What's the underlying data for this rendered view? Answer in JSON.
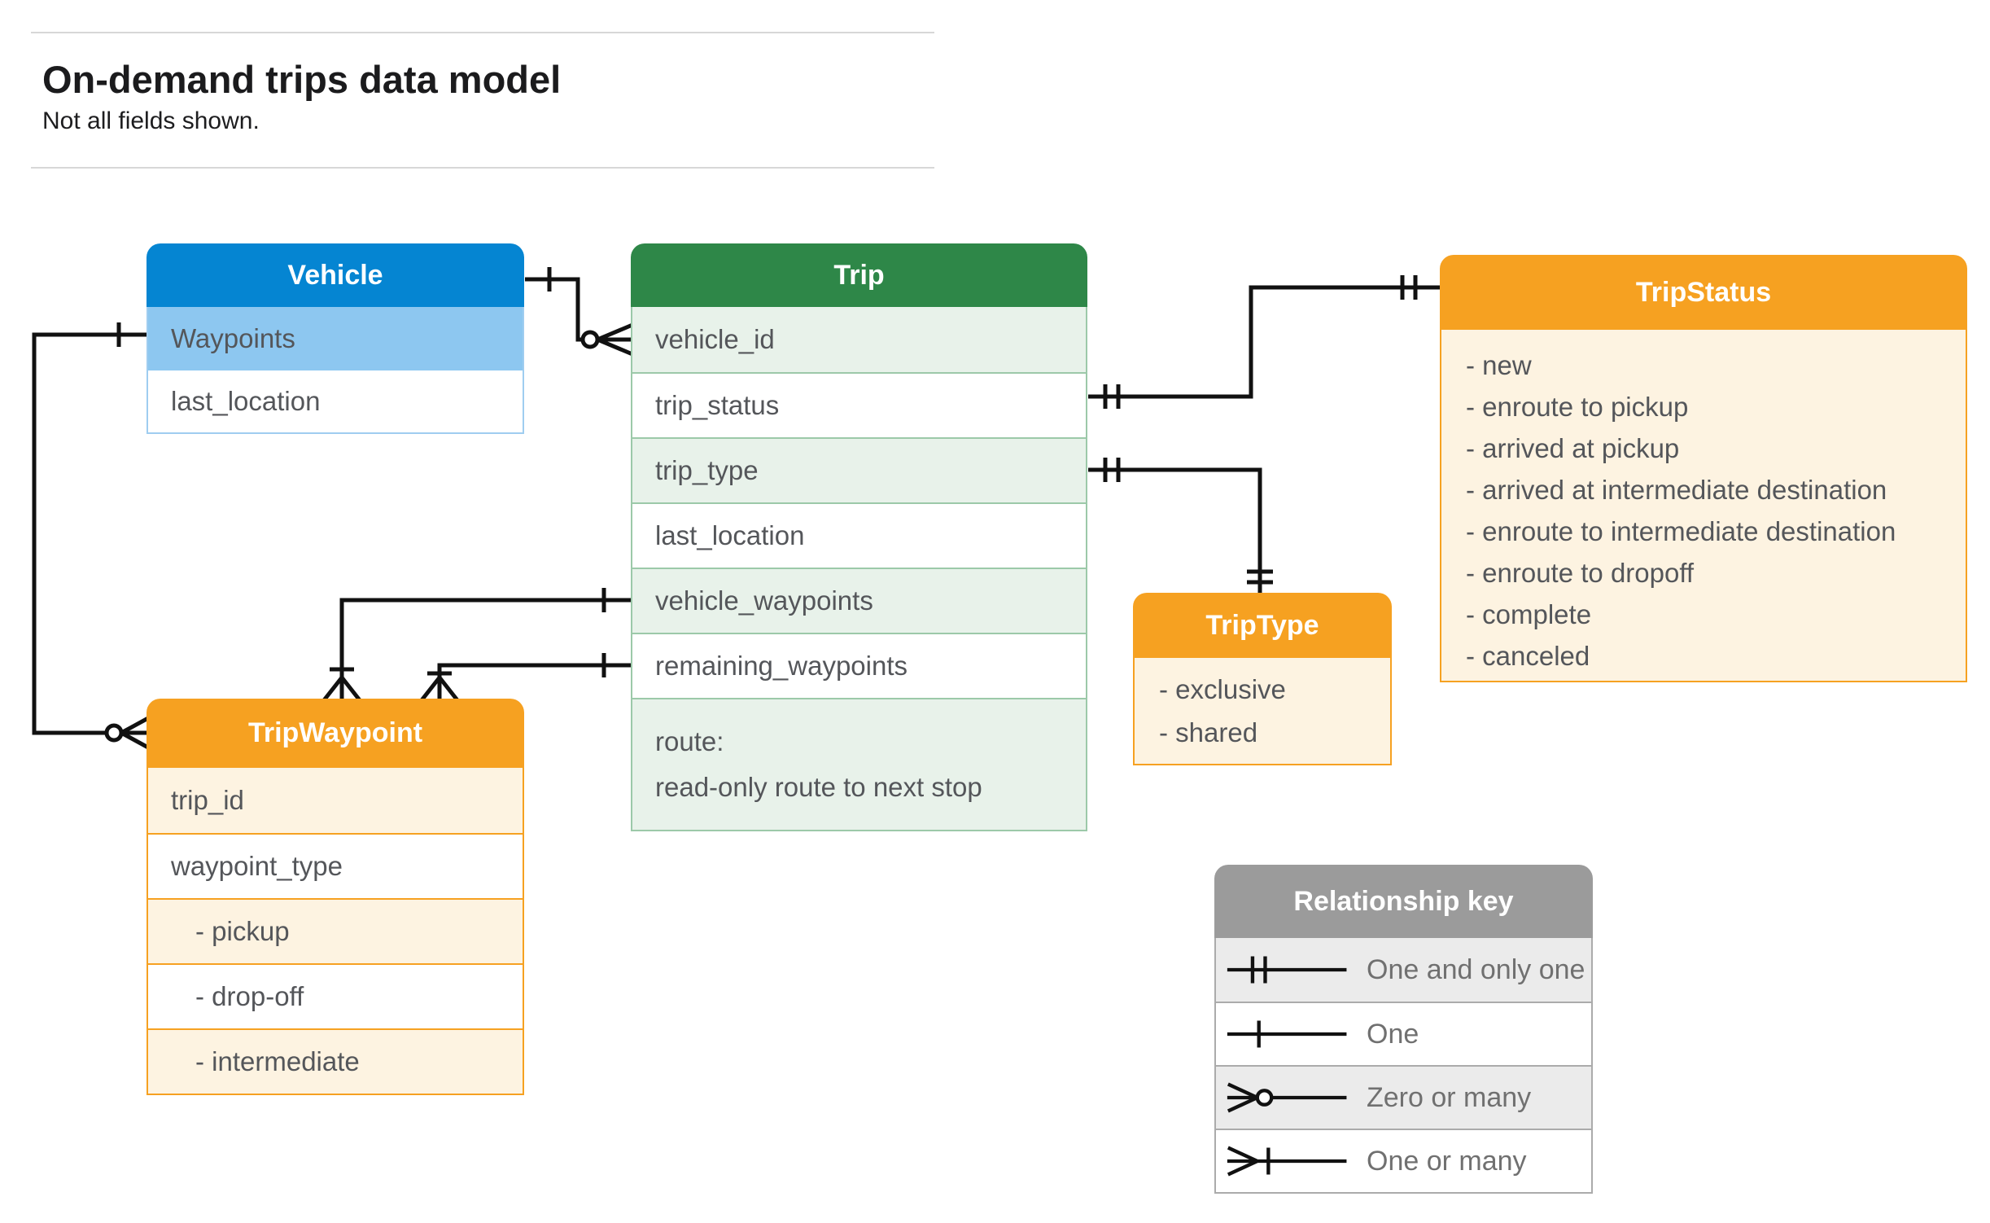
{
  "page": {
    "title": "On-demand trips data model",
    "subtitle": "Not all fields shown."
  },
  "entities": {
    "vehicle": {
      "title": "Vehicle",
      "fields": [
        {
          "name": "Waypoints",
          "highlighted": true
        },
        {
          "name": "last_location",
          "highlighted": false
        }
      ]
    },
    "trip": {
      "title": "Trip",
      "fields": [
        {
          "name": "vehicle_id"
        },
        {
          "name": "trip_status"
        },
        {
          "name": "trip_type"
        },
        {
          "name": "last_location"
        },
        {
          "name": "vehicle_waypoints"
        },
        {
          "name": "remaining_waypoints"
        }
      ],
      "route": {
        "line1": "route:",
        "line2": "read-only route to next stop"
      }
    },
    "trip_status": {
      "title": "TripStatus",
      "values": [
        "- new",
        "- enroute to pickup",
        "- arrived at pickup",
        "- arrived at intermediate destination",
        "- enroute to intermediate destination",
        "- enroute to dropoff",
        "- complete",
        "- canceled"
      ]
    },
    "trip_waypoint": {
      "title": "TripWaypoint",
      "fields": [
        {
          "name": "trip_id",
          "indent": false
        },
        {
          "name": "waypoint_type",
          "indent": false
        },
        {
          "name": "- pickup",
          "indent": true
        },
        {
          "name": "- drop-off",
          "indent": true
        },
        {
          "name": "- intermediate",
          "indent": true
        }
      ]
    },
    "trip_type": {
      "title": "TripType",
      "values": [
        "- exclusive",
        "- shared"
      ]
    }
  },
  "legend": {
    "title": "Relationship key",
    "rows": [
      {
        "symbol": "one-and-only-one",
        "label": "One and only one"
      },
      {
        "symbol": "one",
        "label": "One"
      },
      {
        "symbol": "zero-or-many",
        "label": "Zero or many"
      },
      {
        "symbol": "one-or-many",
        "label": "One or many"
      }
    ]
  },
  "relationships": [
    {
      "from": "Vehicle",
      "to": "Trip.vehicle_id",
      "from_cardinality": "one",
      "to_cardinality": "zero-or-many"
    },
    {
      "from": "Vehicle.Waypoints",
      "to": "TripWaypoint",
      "from_cardinality": "one",
      "to_cardinality": "zero-or-many"
    },
    {
      "from": "Trip.trip_status",
      "to": "TripStatus",
      "from_cardinality": "one-and-only-one",
      "to_cardinality": "one-and-only-one"
    },
    {
      "from": "Trip.trip_type",
      "to": "TripType",
      "from_cardinality": "one-and-only-one",
      "to_cardinality": "one-and-only-one"
    },
    {
      "from": "Trip.vehicle_waypoints",
      "to": "TripWaypoint",
      "from_cardinality": "one",
      "to_cardinality": "one-or-many"
    },
    {
      "from": "Trip.remaining_waypoints",
      "to": "TripWaypoint",
      "from_cardinality": "one",
      "to_cardinality": "one-or-many"
    }
  ],
  "colors": {
    "vehicle_header": "#0585d2",
    "vehicle_highlight_row": "#8dc7f0",
    "trip_header": "#2e8748",
    "trip_row_tint": "#e8f2ea",
    "orange_header": "#f6a121",
    "orange_row_tint": "#fdf3e1",
    "legend_header": "#9b9b9b",
    "legend_row_tint": "#ebebeb",
    "connector_line": "#111111",
    "field_text": "#54565a",
    "legend_text": "#707070"
  }
}
